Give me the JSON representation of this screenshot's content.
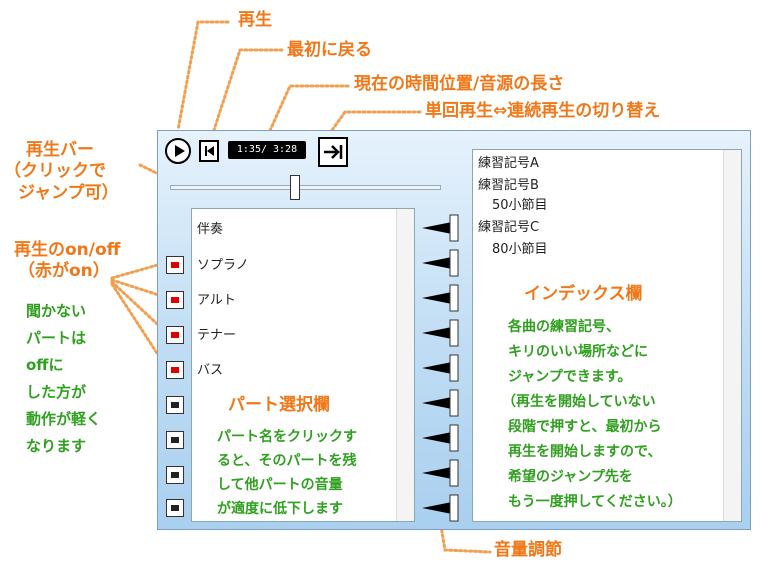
{
  "annotations": {
    "play": "再生",
    "rewind": "最初に戻る",
    "time": "現在の時間位置/音源の長さ",
    "loop": "単回再生⇔連続再生の切り替え",
    "seek_bar": [
      "再生バー",
      "（クリックで",
      "ジャンプ可）"
    ],
    "onoff": [
      "再生のon/off",
      "（赤がon）"
    ],
    "onoff_note": [
      "聞かない",
      "パートは",
      "offに",
      "した方が",
      "動作が軽く",
      "なります"
    ],
    "part_title": "パート選択欄",
    "part_note": [
      "パート名をクリックす",
      "ると、そのパートを残",
      "して他パートの音量",
      "が適度に低下します"
    ],
    "index_title": "インデックス欄",
    "index_note": [
      "各曲の練習記号、",
      "キリのいい場所などに",
      "ジャンプできます。",
      "（再生を開始していない",
      "段階で押すと、最初から",
      "再生を開始しますので、",
      "希望のジャンプ先を",
      "もう一度押してください。）"
    ],
    "volume": "音量調節"
  },
  "player": {
    "time_display": "1:35/ 3:28",
    "seek_position": 0.45,
    "parts": [
      {
        "label": "伴奏",
        "on": null
      },
      {
        "label": "ソプラノ",
        "on": true
      },
      {
        "label": "アルト",
        "on": true
      },
      {
        "label": "テナー",
        "on": true
      },
      {
        "label": "バス",
        "on": true
      },
      {
        "label": "",
        "on": false
      },
      {
        "label": "",
        "on": false
      },
      {
        "label": "",
        "on": false
      },
      {
        "label": "",
        "on": false
      }
    ],
    "index_items": [
      {
        "label": "練習記号A",
        "indent": false
      },
      {
        "label": "練習記号B",
        "indent": false
      },
      {
        "label": "50小節目",
        "indent": true
      },
      {
        "label": "練習記号C",
        "indent": false
      },
      {
        "label": "80小節目",
        "indent": true
      }
    ]
  },
  "colors": {
    "annotation": "#f07818",
    "note_green": "#30a020",
    "toggle_on": "#e00000",
    "toggle_off": "#222222"
  }
}
